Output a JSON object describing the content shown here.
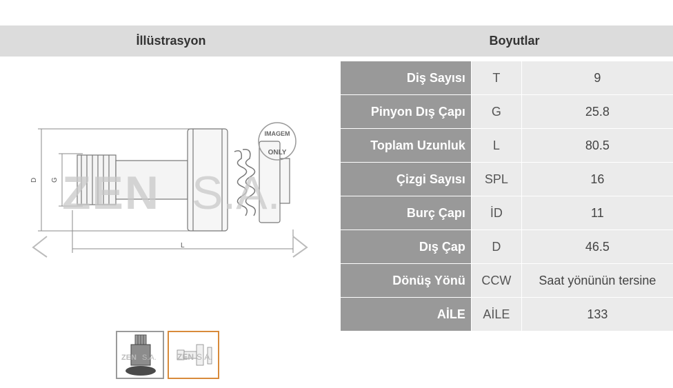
{
  "header": {
    "illustration_title": "İllüstrasyon",
    "dimensions_title": "Boyutlar"
  },
  "illustration": {
    "watermark_brand": "ZEN",
    "watermark_suffix": "S.A.",
    "stamp_line1": "IMAGEM",
    "stamp_line2": "ONLY",
    "dim_d": "D",
    "dim_g": "G",
    "dim_l": "L",
    "accent_color": "#d88a3a"
  },
  "dimensions": [
    {
      "label": "Diş Sayısı",
      "symbol": "T",
      "value": "9"
    },
    {
      "label": "Pinyon Dış Çapı",
      "symbol": "G",
      "value": "25.8"
    },
    {
      "label": "Toplam Uzunluk",
      "symbol": "L",
      "value": "80.5"
    },
    {
      "label": "Çizgi Sayısı",
      "symbol": "SPL",
      "value": "16"
    },
    {
      "label": "Burç Çapı",
      "symbol": "İD",
      "value": "11"
    },
    {
      "label": "Dış Çap",
      "symbol": "D",
      "value": "46.5"
    },
    {
      "label": "Dönüş Yönü",
      "symbol": "CCW",
      "value": "Saat yönünün tersine"
    },
    {
      "label": "AİLE",
      "symbol": "AİLE",
      "value": "133"
    }
  ]
}
